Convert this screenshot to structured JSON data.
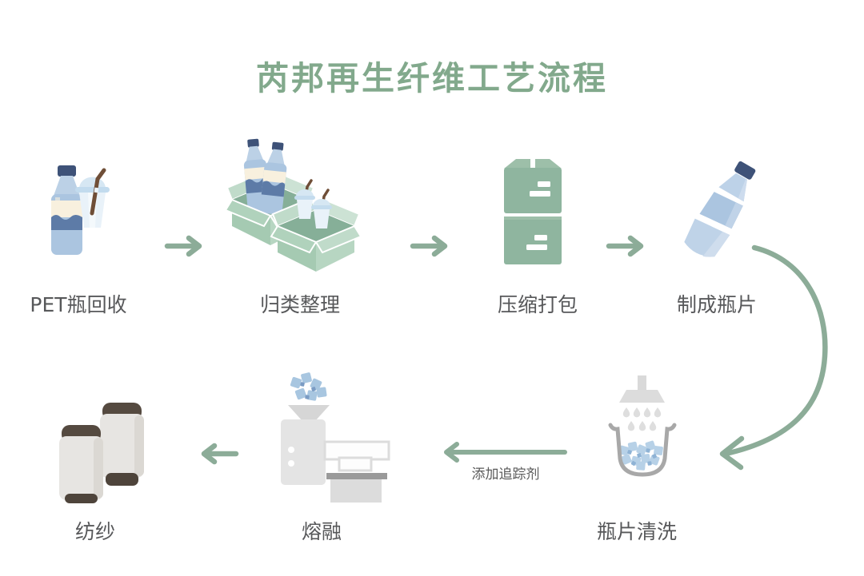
{
  "title": "芮邦再生纤维工艺流程",
  "steps": [
    {
      "label": "PET瓶回收",
      "icon": "pet-bottle-and-cup-icon"
    },
    {
      "label": "归类整理",
      "icon": "sorting-open-boxes-icon"
    },
    {
      "label": "压缩打包",
      "icon": "compressed-bales-icon"
    },
    {
      "label": "制成瓶片",
      "icon": "bottle-cut-into-flakes-icon"
    },
    {
      "label": "瓶片清洗",
      "icon": "shower-washing-flakes-icon"
    },
    {
      "label": "熔融",
      "icon": "melting-extruder-machine-icon"
    },
    {
      "label": "纺纱",
      "icon": "yarn-spools-icon"
    }
  ],
  "annotations": {
    "tracer": "添加追踪剂"
  },
  "colors": {
    "title_green": "#82a98c",
    "arrow_green": "#8cac98",
    "box_green_light": "#c0dbca",
    "bale_green": "#8fb59f",
    "bottle_blue": "#abc5e0",
    "bottle_cap_navy": "#3e5278",
    "label_gray": "#57585a"
  }
}
